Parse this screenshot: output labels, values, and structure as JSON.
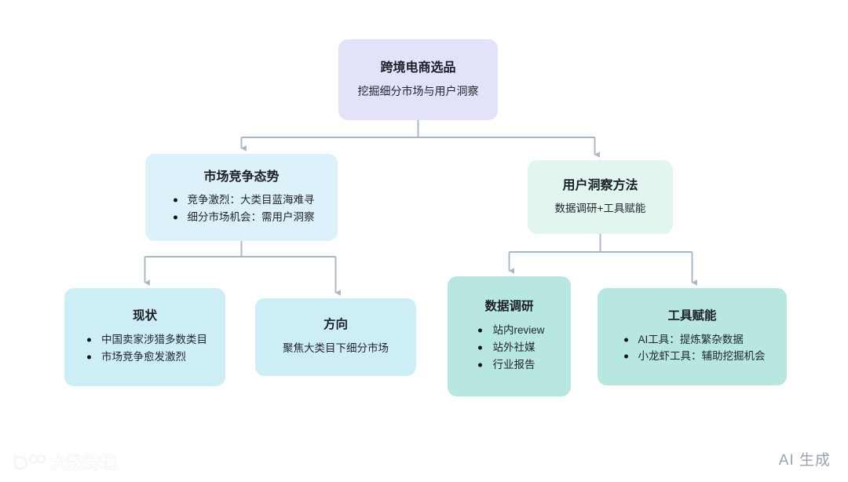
{
  "diagram": {
    "nodes": {
      "root": {
        "title": "跨境电商选品",
        "subtitle": "挖掘细分市场与用户洞察",
        "color": "#e2e3fb"
      },
      "market": {
        "title": "市场竞争态势",
        "bullets": [
          "竞争激烈：大类目蓝海难寻",
          "细分市场机会：需用户洞察"
        ],
        "color": "#ddf1fb"
      },
      "insight": {
        "title": "用户洞察方法",
        "subtitle": "数据调研+工具赋能",
        "color": "#e3f5ef"
      },
      "current": {
        "title": "现状",
        "bullets": [
          "中国卖家涉猎多数类目",
          "市场竞争愈发激烈"
        ],
        "color": "#cdeef7"
      },
      "direction": {
        "title": "方向",
        "subtitle": "聚焦大类目下细分市场",
        "color": "#cdeef7"
      },
      "research": {
        "title": "数据调研",
        "bullets": [
          "站内review",
          "站外社媒",
          "行业报告"
        ],
        "color": "#b8e7e0"
      },
      "tools": {
        "title": "工具赋能",
        "bullets": [
          "AI工具：提炼繁杂数据",
          "小龙虾工具：辅助挖掘机会"
        ],
        "color": "#b8e7e0"
      }
    },
    "connector_color": "#a8b5c4"
  },
  "footer": {
    "logo_text": "大数跨境",
    "ai_badge": "AI 生成",
    "ai_badge_color": "#9aa3ad"
  }
}
